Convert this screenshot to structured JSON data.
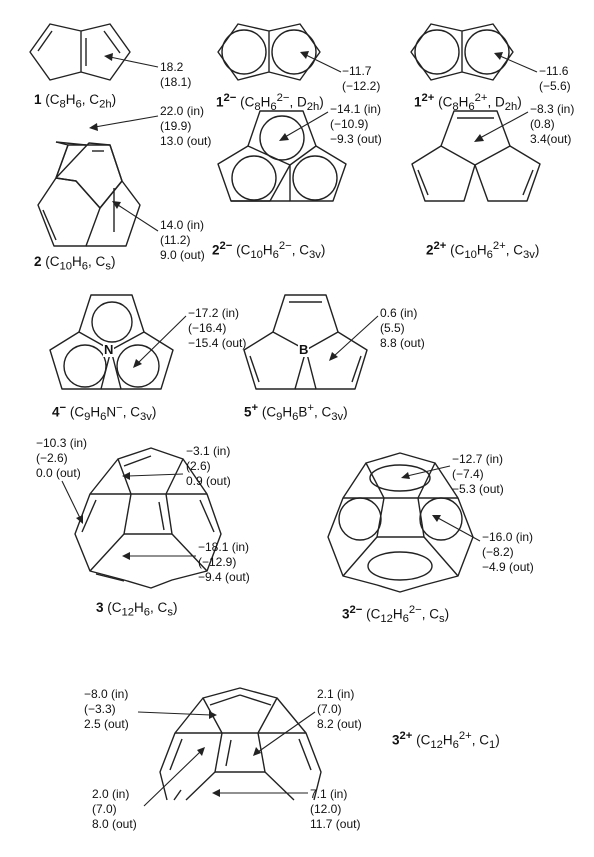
{
  "m1": {
    "vals": [
      "18.2",
      "(18.1)"
    ],
    "cap": {
      "num": "1",
      "pre": " (C",
      "s1": "8",
      "m": "H",
      "s2": "6",
      "mid": ", C",
      "s3": "2h",
      "post": ")"
    }
  },
  "m1m": {
    "vals": [
      "−11.7",
      "(−12.2)"
    ],
    "cap": {
      "num": "1",
      "chg": "2−",
      "pre": " (C",
      "s1": "8",
      "m": "H",
      "s2": "6",
      "chg2": "2−",
      "mid": ", D",
      "s3": "2h",
      "post": ")"
    }
  },
  "m1p": {
    "vals": [
      "−11.6",
      "(−5.6)"
    ],
    "cap": {
      "num": "1",
      "chg": "2+",
      "pre": " (C",
      "s1": "8",
      "m": "H",
      "s2": "6",
      "chg2": "2+",
      "mid": ", D",
      "s3": "2h",
      "post": ")"
    }
  },
  "m2": {
    "vals_top": [
      "22.0 (in)",
      "(19.9)",
      "13.0 (out)"
    ],
    "vals_bot": [
      "14.0 (in)",
      "(11.2)",
      "9.0 (out)"
    ],
    "cap": {
      "num": "2",
      "pre": " (C",
      "s1": "10",
      "m": "H",
      "s2": "6",
      "mid": ", C",
      "s3": "s",
      "post": ")"
    }
  },
  "m2m": {
    "vals": [
      "−14.1 (in)",
      "(−10.9)",
      "−9.3 (out)"
    ],
    "cap": {
      "num": "2",
      "chg": "2−",
      "pre": " (C",
      "s1": "10",
      "m": "H",
      "s2": "6",
      "chg2": "2−",
      "mid": ", C",
      "s3": "3v",
      "post": ")"
    }
  },
  "m2p": {
    "vals": [
      "−8.3 (in)",
      "(0.8)",
      "3.4(out)"
    ],
    "cap": {
      "num": "2",
      "chg": "2+",
      "pre": " (C",
      "s1": "10",
      "m": "H",
      "s2": "6",
      "chg2": "2+",
      "mid": ", C",
      "s3": "3v",
      "post": ")"
    }
  },
  "m4": {
    "atom": "N",
    "vals": [
      "−17.2 (in)",
      "(−16.4)",
      "−15.4 (out)"
    ],
    "cap": {
      "num": "4",
      "chg": "−",
      "pre": " (C",
      "s1": "9",
      "m": "H",
      "s2": "6",
      "el": "N",
      "chg2": "−",
      "mid": ", C",
      "s3": "3v",
      "post": ")"
    }
  },
  "m5": {
    "atom": "B",
    "vals": [
      "0.6 (in)",
      "(5.5)",
      "8.8 (out)"
    ],
    "cap": {
      "num": "5",
      "chg": "+",
      "pre": " (C",
      "s1": "9",
      "m": "H",
      "s2": "6",
      "el": "B",
      "chg2": "+",
      "mid": ", C",
      "s3": "3v",
      "post": ")"
    }
  },
  "m3": {
    "vals_left": [
      "−10.3 (in)",
      "(−2.6)",
      "0.0 (out)"
    ],
    "vals_top": [
      "−3.1 (in)",
      "(2.6)",
      "0.9 (out)"
    ],
    "vals_bot": [
      "−18.1 (in)",
      "(−12.9)",
      "−9.4 (out)"
    ],
    "cap": {
      "num": "3",
      "pre": " (C",
      "s1": "12",
      "m": "H",
      "s2": "6",
      "mid": ", C",
      "s3": "s",
      "post": ")"
    }
  },
  "m3m": {
    "vals_top": [
      "−12.7 (in)",
      "(−7.4)",
      "−5.3 (out)"
    ],
    "vals_mid": [
      "−16.0 (in)",
      "(−8.2)",
      "−4.9 (out)"
    ],
    "cap": {
      "num": "3",
      "chg": "2−",
      "pre": " (C",
      "s1": "12",
      "m": "H",
      "s2": "6",
      "chg2": "2−",
      "mid": ", C",
      "s3": "s",
      "post": ")"
    }
  },
  "m3p": {
    "vals_tl": [
      "−8.0 (in)",
      "(−3.3)",
      "2.5 (out)"
    ],
    "vals_tr": [
      "2.1 (in)",
      "(7.0)",
      "8.2 (out)"
    ],
    "vals_bl": [
      "2.0 (in)",
      "(7.0)",
      "8.0 (out)"
    ],
    "vals_br": [
      "7.1 (in)",
      "(12.0)",
      "11.7 (out)"
    ],
    "cap": {
      "num": "3",
      "chg": "2+",
      "pre": " (C",
      "s1": "12",
      "m": "H",
      "s2": "6",
      "chg2": "2+",
      "mid": ", C",
      "s3": "1",
      "post": ")"
    }
  }
}
